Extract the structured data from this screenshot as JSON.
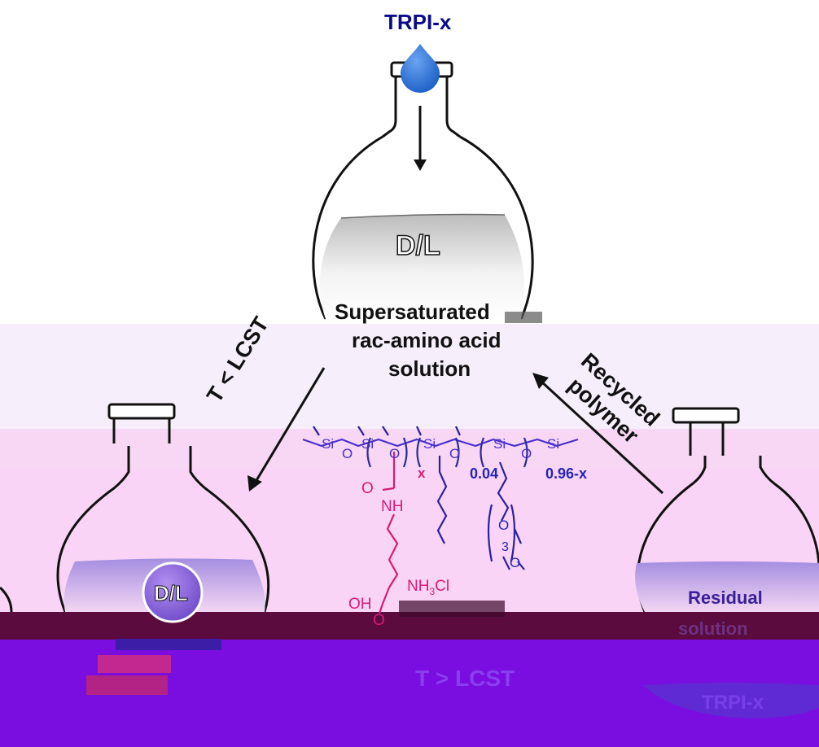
{
  "reagent": {
    "label": "TRPI-x"
  },
  "top_flask": {
    "badge": "D/L",
    "text_line1": "Supersaturated",
    "text_line2": "rac-amino acid",
    "text_line3": "solution"
  },
  "left_arrow": {
    "label": "T < LCST"
  },
  "right_arrow": {
    "label_line1": "Recycled",
    "label_line2": "polymer"
  },
  "left_flask": {
    "badge": "D/L"
  },
  "right_flask": {
    "text_line1": "Residual",
    "text_line2": "solution",
    "polymer_label": "TRPI-x"
  },
  "bottom": {
    "label": "T > LCST"
  },
  "structure": {
    "si_label": "Si",
    "o_label": "O",
    "sub_x": "x",
    "sub_004": "0.04",
    "sub_096x": "0.96-x",
    "carbonyl_o": "O",
    "amide_nh": "NH",
    "amine": "NH",
    "amine_sub": "3",
    "amine_cl": "Cl",
    "acid_oh": "OH",
    "acid_o": "O",
    "peg_n": "3"
  },
  "colors": {
    "navy": "#0a0a8c",
    "magenta": "#d81b78",
    "flask_purple": "#8e6fd6",
    "band_pink": "#fad4f6",
    "band_dark": "#5b0b3d",
    "band_violet": "#7a0ee0"
  }
}
